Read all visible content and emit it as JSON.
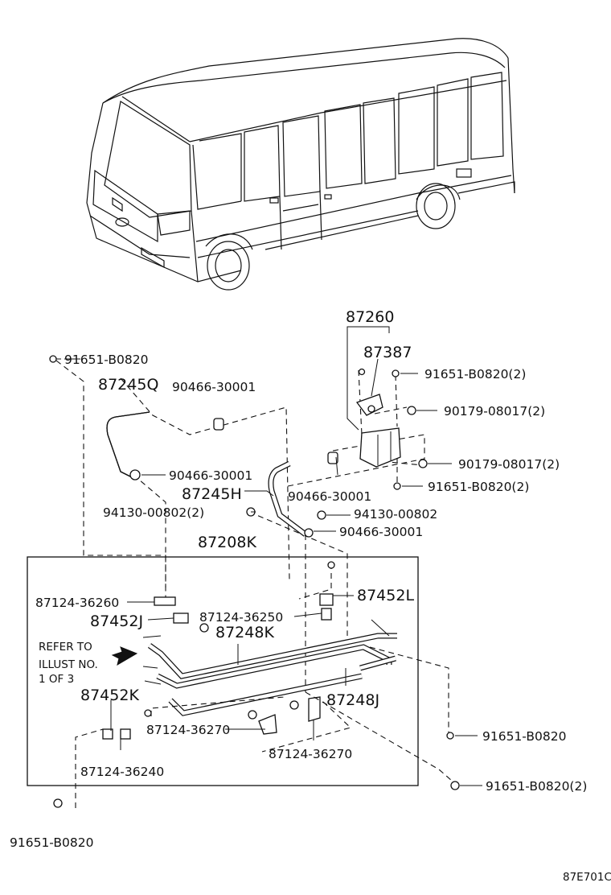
{
  "callouts": [
    {
      "id": "c1",
      "text": "91651-B0820"
    },
    {
      "id": "c2",
      "text": "87245Q"
    },
    {
      "id": "c3",
      "text": "90466-30001"
    },
    {
      "id": "c4",
      "text": "90466-30001"
    },
    {
      "id": "c5",
      "text": "87245H"
    },
    {
      "id": "c6",
      "text": "94130-00802(2)"
    },
    {
      "id": "c7",
      "text": "87260"
    },
    {
      "id": "c8",
      "text": "87387"
    },
    {
      "id": "c9",
      "text": "91651-B0820(2)"
    },
    {
      "id": "c10",
      "text": "90179-08017(2)"
    },
    {
      "id": "c11",
      "text": "90179-08017(2)"
    },
    {
      "id": "c12",
      "text": "91651-B0820(2)"
    },
    {
      "id": "c13",
      "text": "90466-30001"
    },
    {
      "id": "c14",
      "text": "94130-00802"
    },
    {
      "id": "c15",
      "text": "90466-30001"
    },
    {
      "id": "c16",
      "text": "87208K"
    },
    {
      "id": "c17",
      "text": "87452L"
    },
    {
      "id": "c18",
      "text": "87124-36260"
    },
    {
      "id": "c19",
      "text": "87452J"
    },
    {
      "id": "c20",
      "text": "87124-36250"
    },
    {
      "id": "c21",
      "text": "87248K"
    },
    {
      "id": "c22",
      "text": "87452K"
    },
    {
      "id": "c23",
      "text": "87248J"
    },
    {
      "id": "c24",
      "text": "87124-36270"
    },
    {
      "id": "c25",
      "text": "87124-36270"
    },
    {
      "id": "c26",
      "text": "87124-36240"
    },
    {
      "id": "c27",
      "text": "91651-B0820"
    },
    {
      "id": "c28",
      "text": "91651-B0820(2)"
    },
    {
      "id": "c29",
      "text": "91651-B0820"
    }
  ],
  "refer_note": [
    "REFER TO",
    "ILLUST NO.",
    "1 OF 3"
  ],
  "illustration_code": "87E701C"
}
